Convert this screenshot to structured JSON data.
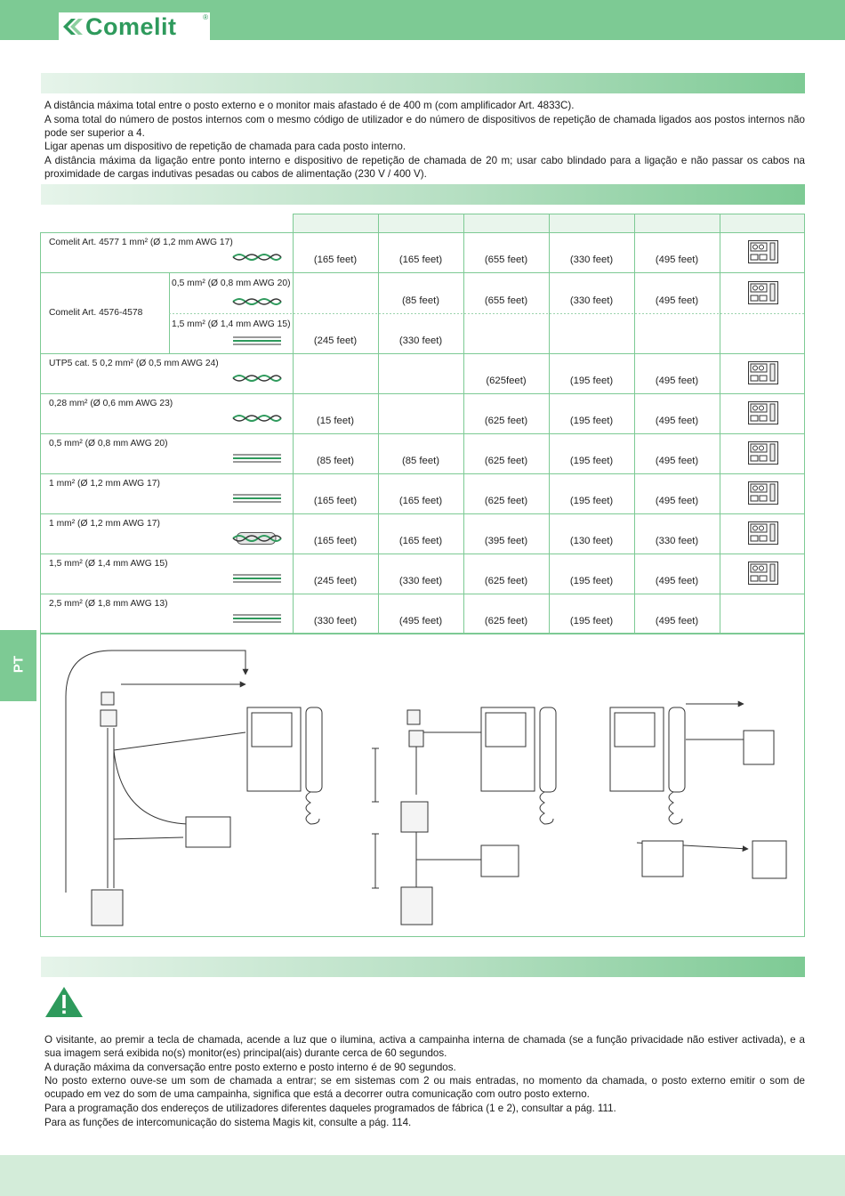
{
  "header": {
    "brand": "Comelit",
    "reg": "®"
  },
  "side_tab": "PT",
  "intro": {
    "paragraphs": [
      "A distância máxima total entre o posto externo e o monitor mais afastado é de 400 m (com amplificador Art. 4833C).",
      "A soma total do número de postos internos com o mesmo código de utilizador e do número de dispositivos de repetição de chamada ligados aos postos internos não pode ser superior a 4.",
      "Ligar apenas um dispositivo de repetição de chamada para cada posto interno.",
      "A distância máxima da ligação entre ponto interno e dispositivo de repetição de chamada de 20 m; usar cabo blindado para a ligação e não passar os cabos na proximidade de cargas indutivas pesadas ou cabos de alimentação (230 V / 400 V)."
    ]
  },
  "table": {
    "rows": [
      {
        "label": "Comelit Art. 4577 1 mm² (Ø 1,2 mm AWG 17)",
        "cable": "twisted",
        "values": [
          "(165 feet)",
          "(165 feet)",
          "(655 feet)",
          "(330 feet)",
          "(495 feet)"
        ],
        "icon": true
      },
      {
        "label": "Comelit Art. 4576-4578",
        "sub1": "0,5 mm² (Ø 0,8 mm AWG 20)",
        "sub2": "1,5 mm² (Ø 1,4 mm AWG 15)",
        "values_a": [
          "",
          "(85 feet)",
          "(655 feet)",
          "(330 feet)",
          "(495 feet)"
        ],
        "values_b": [
          "(245 feet)",
          "(330 feet)",
          "",
          "",
          ""
        ],
        "icon": true
      },
      {
        "label": "UTP5 cat. 5 0,2 mm² (Ø 0,5 mm AWG 24)",
        "cable": "twisted",
        "values": [
          "",
          "",
          "(625feet)",
          "(195 feet)",
          "(495 feet)"
        ],
        "icon": true
      },
      {
        "label": "0,28 mm² (Ø 0,6 mm AWG 23)",
        "cable": "twisted",
        "values": [
          "(15 feet)",
          "",
          "(625 feet)",
          "(195 feet)",
          "(495 feet)"
        ],
        "icon": true
      },
      {
        "label": "0,5 mm² (Ø 0,8 mm AWG 20)",
        "cable": "parallel",
        "values": [
          "(85 feet)",
          "(85 feet)",
          "(625 feet)",
          "(195 feet)",
          "(495 feet)"
        ],
        "icon": true
      },
      {
        "label": "1 mm² (Ø 1,2 mm AWG 17)",
        "cable": "parallel",
        "values": [
          "(165 feet)",
          "(165 feet)",
          "(625 feet)",
          "(195 feet)",
          "(495 feet)"
        ],
        "icon": true
      },
      {
        "label": "1 mm² (Ø 1,2 mm AWG 17)",
        "cable": "shielded",
        "values": [
          "(165 feet)",
          "(165 feet)",
          "(395 feet)",
          "(130 feet)",
          "(330 feet)"
        ],
        "icon": true
      },
      {
        "label": "1,5 mm² (Ø 1,4 mm AWG 15)",
        "cable": "parallel",
        "values": [
          "(245 feet)",
          "(330 feet)",
          "(625 feet)",
          "(195 feet)",
          "(495 feet)"
        ],
        "icon": true
      },
      {
        "label": "2,5 mm² (Ø 1,8 mm AWG 13)",
        "cable": "parallel",
        "values": [
          "(330 feet)",
          "(495 feet)",
          "(625 feet)",
          "(195 feet)",
          "(495 feet)"
        ],
        "icon": false
      }
    ]
  },
  "operation": {
    "paragraphs": [
      "O visitante, ao premir a tecla de chamada, acende a luz que o ilumina, activa a campainha interna de chamada (se a função privacidade não estiver activada), e a sua imagem será exibida no(s) monitor(es) principal(ais) durante cerca de 60 segundos.",
      "A duração máxima da conversação entre posto externo e posto interno é de 90 segundos.",
      "No posto externo ouve-se um som de chamada a entrar; se em sistemas com 2 ou mais entradas, no momento da chamada, o posto externo emitir o som de ocupado em vez do som de uma campainha, significa que está a decorrer outra comunicação com outro posto externo.",
      "Para a programação dos endereços de utilizadores diferentes daqueles programados de fábrica (1 e 2), consultar a pág. 111.",
      "Para as funções de intercomunicação do sistema Magis kit, consulte a pág. 114."
    ]
  },
  "colors": {
    "accent": "#7dca94",
    "line": "#7dca94",
    "cable_green": "#2e9a5c"
  }
}
